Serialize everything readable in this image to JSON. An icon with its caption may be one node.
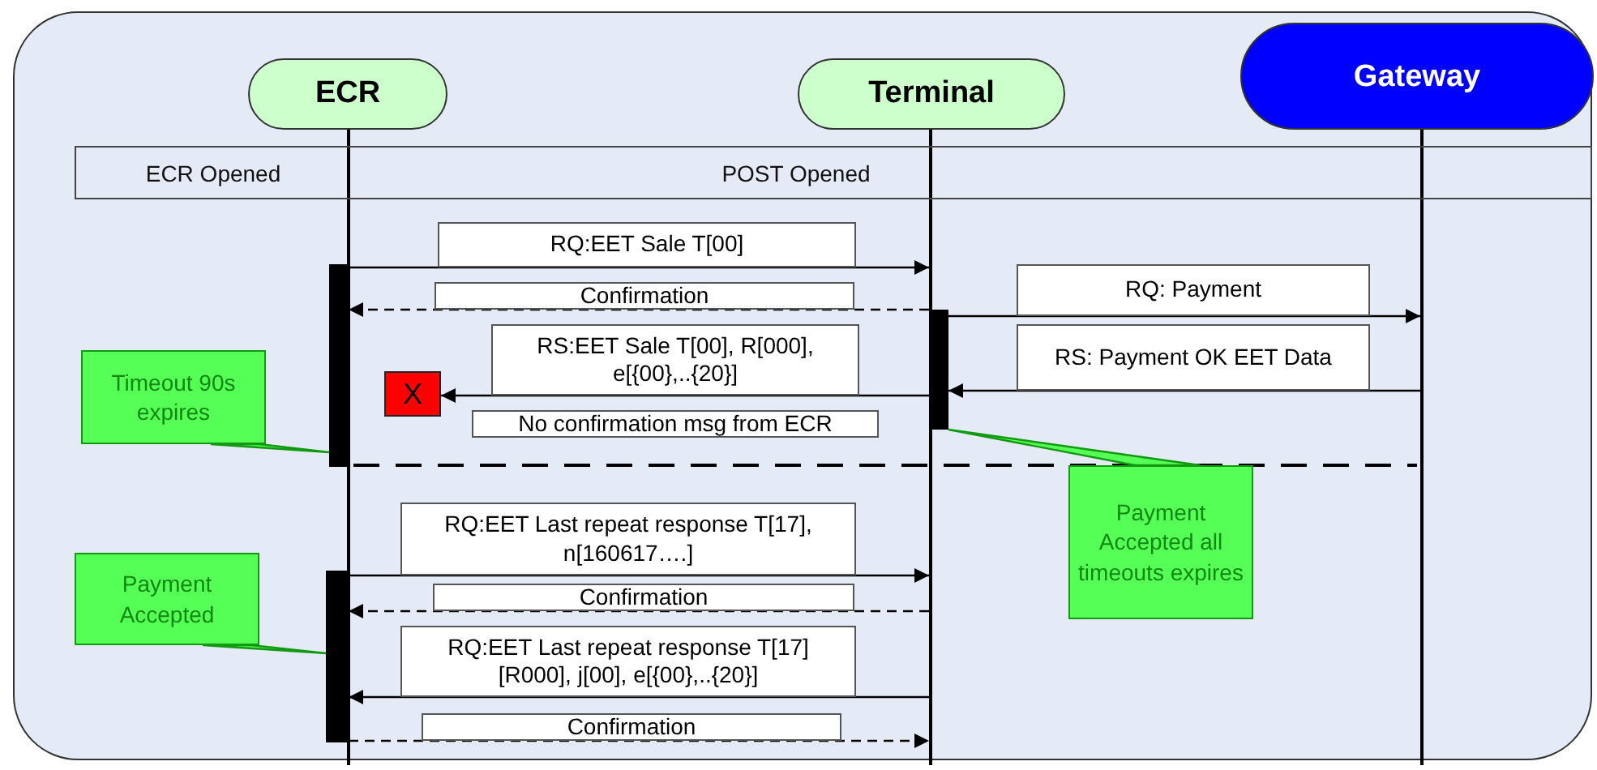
{
  "diagram": {
    "nodes": [
      {
        "text": [
          "ECR"
        ]
      },
      {
        "text": [
          "Terminal"
        ]
      },
      {
        "text": [
          "Gateway"
        ]
      },
      {
        "text": [],
        "shape": "line"
      },
      {
        "text": [],
        "shape": "line"
      },
      {
        "text": [],
        "shape": "line"
      },
      {
        "text": [
          "ECR Opened",
          "POST Opened"
        ]
      },
      {
        "text": [],
        "shape": "bar"
      },
      {
        "text": [],
        "shape": "bar"
      },
      {
        "text": [
          "X"
        ]
      },
      {
        "text": [
          "Timeout 90s expires"
        ]
      },
      {
        "text": [
          "Payment Accepted all timeouts expires"
        ]
      },
      {
        "text": [
          "Payment Accepted"
        ]
      },
      {
        "text": [],
        "shape": "bar"
      }
    ],
    "edges": [
      {
        "from": 7,
        "to": 4,
        "arrow": "to",
        "label": "RQ:EET Sale T[00]"
      },
      {
        "from": 4,
        "to": 7,
        "arrow": "to",
        "label": "Confirmation",
        "style": "dashed"
      },
      {
        "from": 8,
        "to": 5,
        "arrow": "to",
        "label": "RQ: Payment"
      },
      {
        "from": 5,
        "to": 8,
        "arrow": "to",
        "label": "RS: Payment OK EET Data"
      },
      {
        "from": 8,
        "to": 9,
        "arrow": "to",
        "label": "RS:EET Sale T[00], R[000], e[{00},..{20}]"
      },
      {
        "from": 10,
        "to": 7,
        "arrow": "none"
      },
      {
        "from": 11,
        "to": 8,
        "arrow": "none"
      },
      {
        "from": 13,
        "to": 4,
        "arrow": "to",
        "label": "RQ:EET Last repeat response T[17], n[160617….]"
      },
      {
        "from": 4,
        "to": 13,
        "arrow": "to",
        "label": "Confirmation",
        "style": "dashed"
      },
      {
        "from": 4,
        "to": 13,
        "arrow": "to",
        "label": "RQ:EET Last repeat response T[17] [R000], j[00], e[{00},..{20}]"
      },
      {
        "from": 13,
        "to": 4,
        "arrow": "to",
        "label": "Confirmation",
        "style": "dashed"
      },
      {
        "from": 12,
        "to": 13,
        "arrow": "none"
      }
    ],
    "labels": [
      "No confirmation msg from ECR"
    ]
  }
}
